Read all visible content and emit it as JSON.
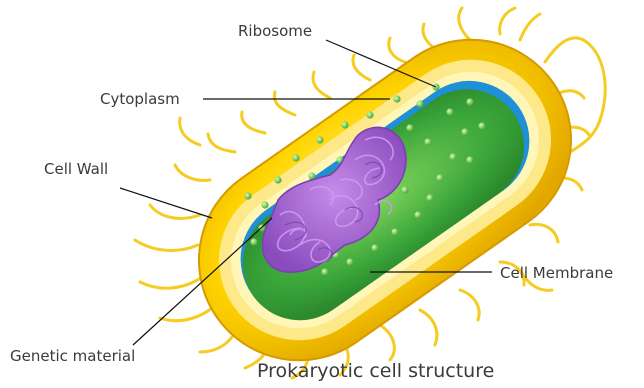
{
  "labels": {
    "ribosome": "Ribosome",
    "cytoplasm": "Cytoplasm",
    "cell_wall": "Cell Wall",
    "cell_membrane": "Cell Membrane",
    "genetic_material": "Genetic material"
  },
  "caption": "Prokaryotic cell structure",
  "colors": {
    "cell_wall": "#f5c400",
    "cell_wall_light": "#ffe34a",
    "membrane": "#fdf3a0",
    "cytoplasm": "#3aa53a",
    "cytoplasm_light": "#7fd35a",
    "blue_region": "#1f8fd8",
    "genetic_material": "#9a5cc9",
    "leader_line": "#111111",
    "text": "#3b3b3b"
  }
}
